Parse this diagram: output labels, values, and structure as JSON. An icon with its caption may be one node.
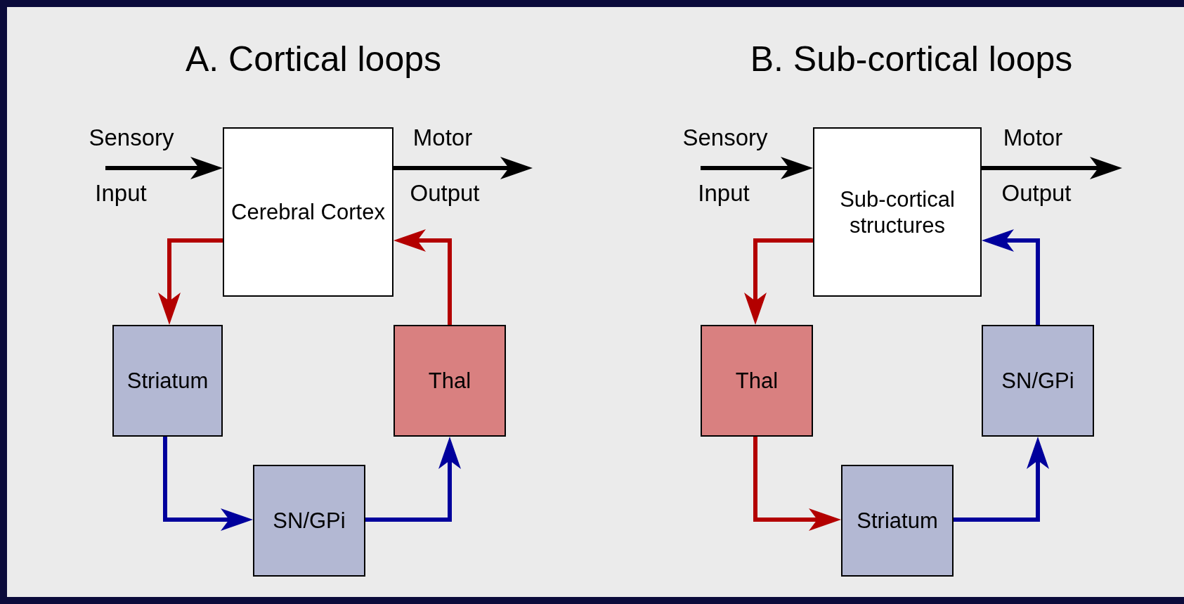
{
  "diagram": {
    "nodes": [
      {
        "text": [
          "Cerebral Cortex"
        ]
      },
      {
        "text": [
          "Striatum"
        ]
      },
      {
        "text": [
          "SN/GPi"
        ]
      },
      {
        "text": [
          "Thal"
        ]
      },
      {
        "text": [
          "Sub-cortical structures"
        ]
      },
      {
        "text": [
          "Thal"
        ]
      },
      {
        "text": [
          "Striatum"
        ]
      },
      {
        "text": [
          "SN/GPi"
        ]
      }
    ],
    "edges": [
      {
        "from": null,
        "to": 0,
        "arrow": "to"
      },
      {
        "from": 0,
        "to": null,
        "arrow": "to"
      },
      {
        "from": 0,
        "to": 1,
        "arrow": "to",
        "color": "#b30000"
      },
      {
        "from": 1,
        "to": 2,
        "arrow": "to",
        "color": "#00009c"
      },
      {
        "from": 2,
        "to": 3,
        "arrow": "to",
        "color": "#00009c"
      },
      {
        "from": 3,
        "to": 0,
        "arrow": "to",
        "color": "#b30000"
      },
      {
        "from": null,
        "to": 4,
        "arrow": "to"
      },
      {
        "from": 4,
        "to": null,
        "arrow": "to"
      },
      {
        "from": 4,
        "to": 5,
        "arrow": "to",
        "color": "#b30000"
      },
      {
        "from": 5,
        "to": 6,
        "arrow": "to",
        "color": "#b30000"
      },
      {
        "from": 6,
        "to": 7,
        "arrow": "to",
        "color": "#00009c"
      },
      {
        "from": 7,
        "to": 4,
        "arrow": "to",
        "color": "#00009c"
      }
    ],
    "labels": [
      "A. Cortical loops",
      "B. Sub-cortical loops",
      "Sensory",
      "Input",
      "Motor",
      "Output",
      "Sensory",
      "Input",
      "Motor",
      "Output"
    ]
  }
}
